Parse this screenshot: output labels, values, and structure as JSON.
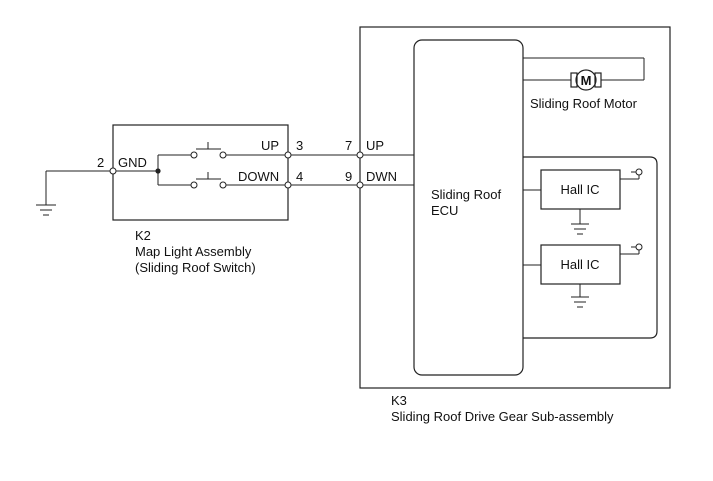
{
  "diagram": {
    "switch_assembly": {
      "code": "K2",
      "name": "Map Light Assembly",
      "subname": "(Sliding Roof Switch)",
      "pins": {
        "gnd_num": "2",
        "gnd_label": "GND",
        "up_label": "UP",
        "up_num": "3",
        "down_label": "DOWN",
        "down_num": "4"
      }
    },
    "drive_gear": {
      "code": "K3",
      "name": "Sliding Roof Drive Gear Sub-assembly",
      "pins": {
        "up_num": "7",
        "up_label": "UP",
        "dwn_num": "9",
        "dwn_label": "DWN"
      },
      "ecu_line1": "Sliding Roof",
      "ecu_line2": "ECU",
      "motor_symbol": "M",
      "motor_label": "Sliding Roof Motor",
      "hall_ic_1": "Hall IC",
      "hall_ic_2": "Hall IC"
    }
  }
}
